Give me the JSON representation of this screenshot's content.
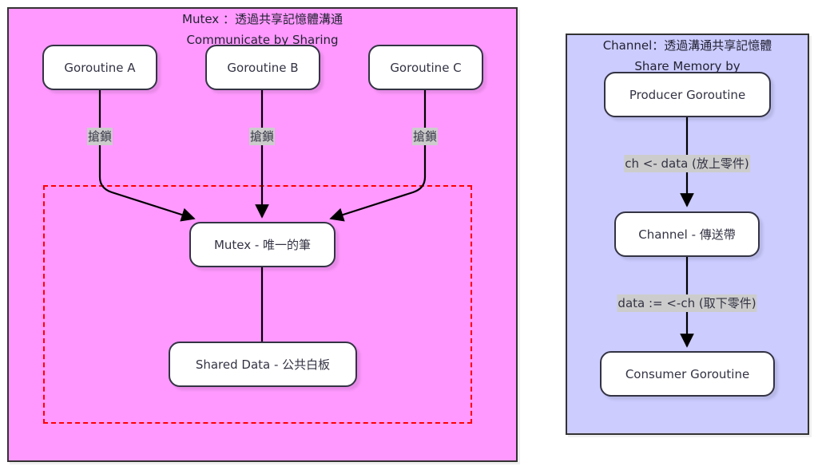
{
  "colors": {
    "mutex_cluster_fill": "#ff99ff",
    "channel_cluster_fill": "#ccccff",
    "lock_region_border": "#ff0000",
    "edge_label_bg": "#cccccc",
    "node_fill": "#ffffff",
    "node_border": "#333344"
  },
  "mutex_cluster": {
    "title_line1": "Mutex ：透過共享記憶體溝通",
    "title_line2": "Communicate by Sharing",
    "nodes": {
      "goroutine_a": "Goroutine A",
      "goroutine_b": "Goroutine B",
      "goroutine_c": "Goroutine C",
      "mutex": "Mutex - 唯一的筆",
      "shared_data": "Shared Data - 公共白板"
    },
    "edges": [
      {
        "from": "Goroutine A",
        "to": "Mutex - 唯一的筆",
        "label": "搶鎖"
      },
      {
        "from": "Goroutine B",
        "to": "Mutex - 唯一的筆",
        "label": "搶鎖"
      },
      {
        "from": "Goroutine C",
        "to": "Mutex - 唯一的筆",
        "label": "搶鎖"
      },
      {
        "from": "Mutex - 唯一的筆",
        "to": "Shared Data - 公共白板",
        "label": ""
      }
    ]
  },
  "channel_cluster": {
    "title_line1": "Channel：透過溝通共享記憶體",
    "title_line2": "Share Memory by",
    "nodes": {
      "producer": "Producer Goroutine",
      "channel": "Channel - 傳送帶",
      "consumer": "Consumer Goroutine"
    },
    "edges": [
      {
        "from": "Producer Goroutine",
        "to": "Channel - 傳送帶",
        "label": "ch <- data (放上零件)"
      },
      {
        "from": "Channel - 傳送帶",
        "to": "Consumer Goroutine",
        "label": "data := <-ch (取下零件)"
      }
    ]
  }
}
